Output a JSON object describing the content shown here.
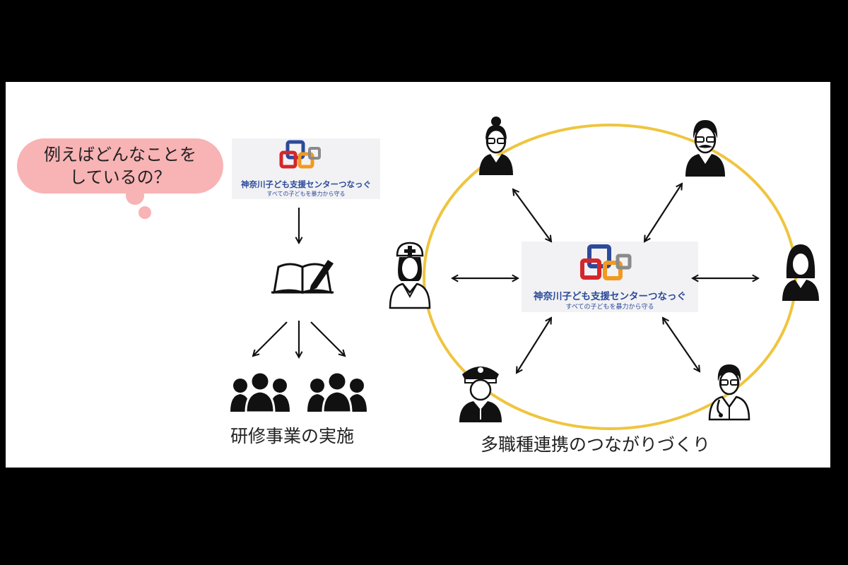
{
  "question": {
    "line1": "例えばどんなことを",
    "line2": "しているの？"
  },
  "org": {
    "name": "神奈川子ども支援センターつなっぐ",
    "tagline": "すべての子どもを暴力から守る"
  },
  "captions": {
    "training": "研修事業の実施",
    "network": "多職種連携のつながりづくり"
  },
  "icons": {
    "top_left": "teacher-icon",
    "top_right": "mustached-man-icon",
    "left": "nurse-icon",
    "right": "businesswoman-icon",
    "bottom_left": "police-officer-icon",
    "bottom_right": "doctor-icon",
    "book": "book-with-pen-icon",
    "groups": "group-of-people-icon"
  },
  "colors": {
    "ring": "#efc53f",
    "bubble": "#f8b3b5",
    "logo_blue": "#2c4a9a",
    "logo_red": "#d4272a",
    "logo_orange": "#f29a1f",
    "logo_gray": "#8a8a8a"
  }
}
